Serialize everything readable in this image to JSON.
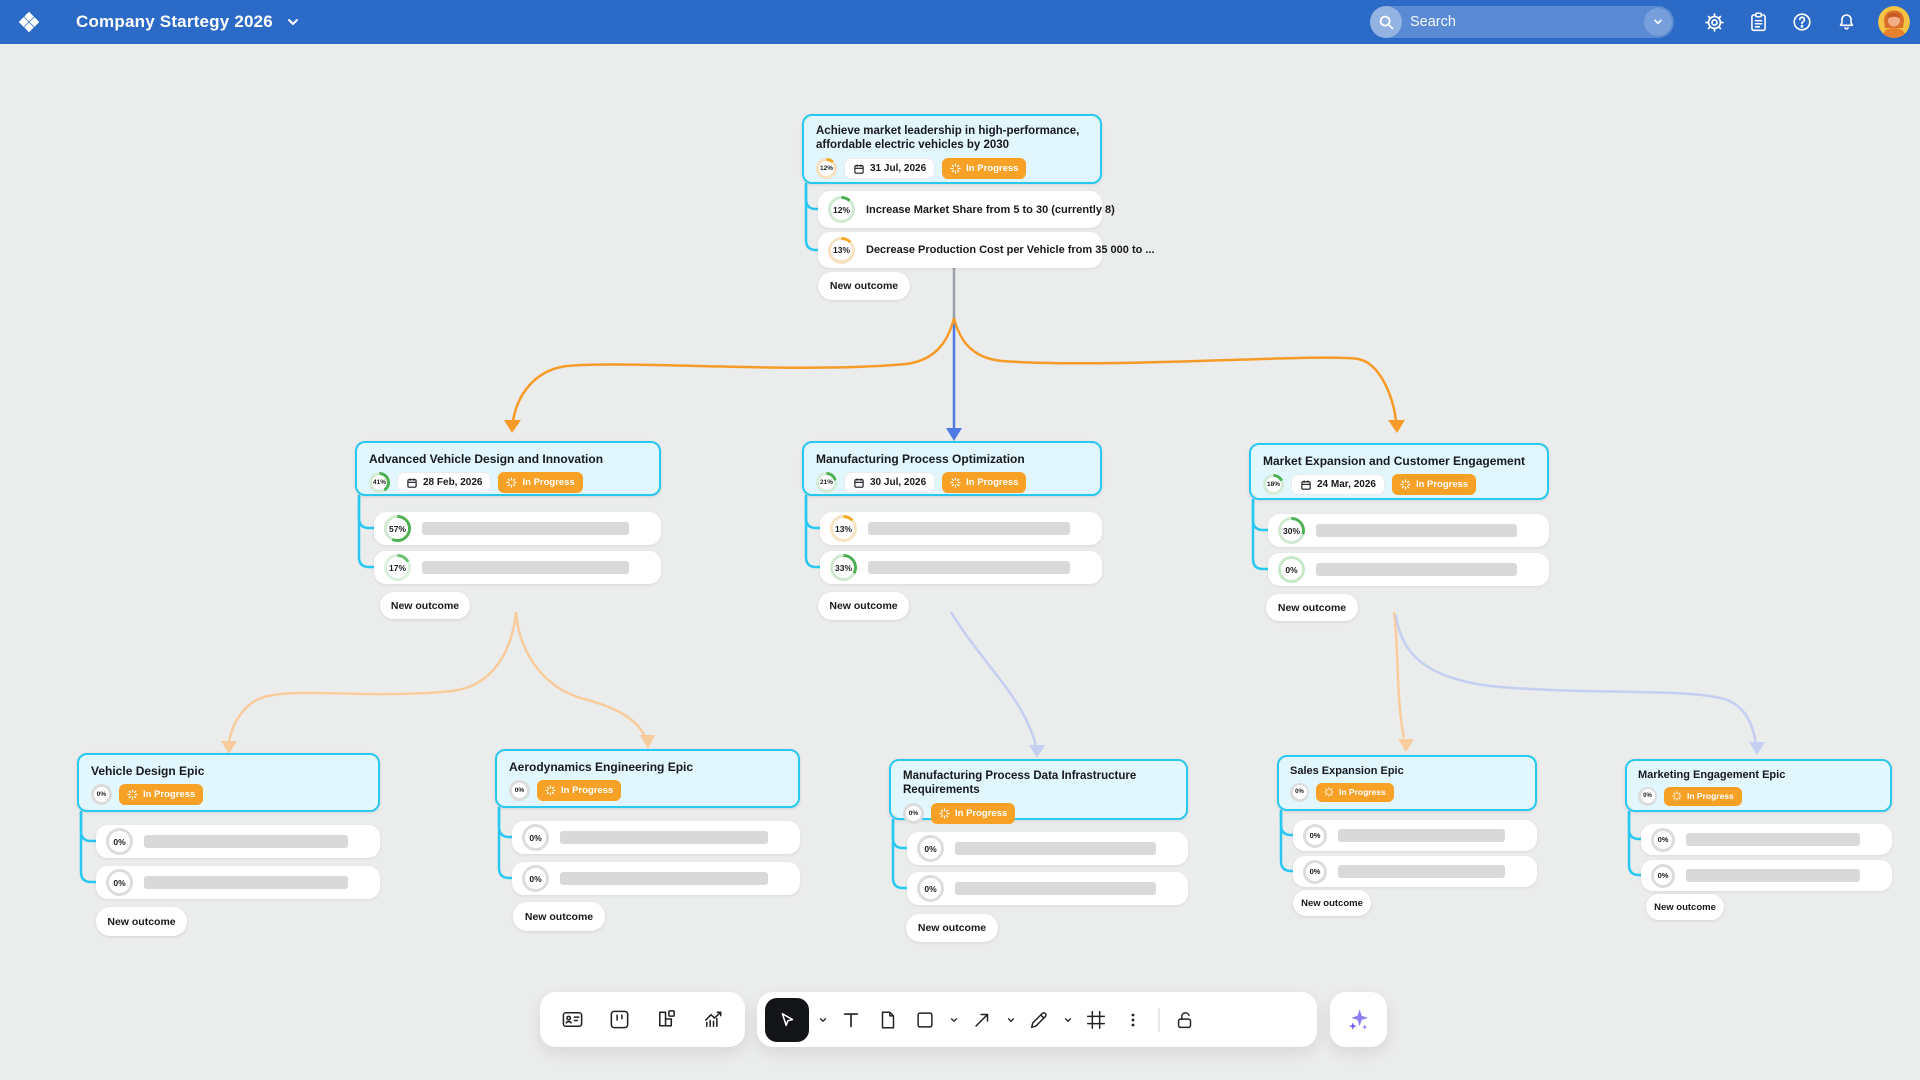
{
  "navbar": {
    "board_title": "Company Startegy 2026",
    "search_placeholder": "Search",
    "icons": [
      "settings-gear",
      "clipboard",
      "help",
      "notifications-bell",
      "user-avatar"
    ]
  },
  "labels": {
    "new_outcome": "New outcome"
  },
  "nodes": [
    {
      "title": "Achieve market leadership in high-performance, affordable electric vehicles by 2030",
      "progress": "12%",
      "due_date": "31 Jul, 2026",
      "status": "In Progress",
      "outcomes": [
        {
          "progress": "12%",
          "text": "Increase Market Share from 5 to 30 (currently 8)"
        },
        {
          "progress": "13%",
          "text": "Decrease Production Cost per Vehicle from 35 000 to ..."
        }
      ]
    },
    {
      "title": "Advanced Vehicle Design and Innovation",
      "progress": "41%",
      "due_date": "28 Feb, 2026",
      "status": "In Progress",
      "outcomes": [
        {
          "progress": "57%"
        },
        {
          "progress": "17%"
        }
      ]
    },
    {
      "title": "Manufacturing Process Optimization",
      "progress": "21%",
      "due_date": "30 Jul, 2026",
      "status": "In Progress",
      "outcomes": [
        {
          "progress": "13%"
        },
        {
          "progress": "33%"
        }
      ]
    },
    {
      "title": "Market Expansion and Customer Engagement",
      "progress": "18%",
      "due_date": "24 Mar, 2026",
      "status": "In Progress",
      "outcomes": [
        {
          "progress": "30%"
        },
        {
          "progress": "0%"
        }
      ]
    },
    {
      "title": "Vehicle Design Epic",
      "progress": "0%",
      "status": "In Progress",
      "outcomes": [
        {
          "progress": "0%"
        },
        {
          "progress": "0%"
        }
      ]
    },
    {
      "title": "Aerodynamics Engineering Epic",
      "progress": "0%",
      "status": "In Progress",
      "outcomes": [
        {
          "progress": "0%"
        },
        {
          "progress": "0%"
        }
      ]
    },
    {
      "title": "Manufacturing Process Data Infrastructure Requirements",
      "progress": "0%",
      "status": "In Progress",
      "outcomes": [
        {
          "progress": "0%"
        },
        {
          "progress": "0%"
        }
      ]
    },
    {
      "title": "Sales Expansion Epic",
      "progress": "0%",
      "status": "In Progress",
      "outcomes": [
        {
          "progress": "0%"
        },
        {
          "progress": "0%"
        }
      ]
    },
    {
      "title": "Marketing Engagement Epic",
      "progress": "0%",
      "status": "In Progress",
      "outcomes": [
        {
          "progress": "0%"
        },
        {
          "progress": "0%"
        }
      ]
    }
  ],
  "toolbar": {
    "left_tools": [
      "id-card",
      "kanban-board",
      "widgets",
      "analytics-chart"
    ],
    "main_tools": [
      "select-cursor",
      "text",
      "document",
      "shape",
      "connector-arrow",
      "pen",
      "frame",
      "more",
      "lock"
    ],
    "ai_tool": "ai-sparkles"
  },
  "colors": {
    "navbar_blue": "#2b6ac7",
    "accent_cyan": "#29c8f1",
    "status_orange": "#f7a127",
    "arrow_blue": "#4f79e3",
    "arrow_orange": "#f79b28",
    "arrow_peach": "#f8cc9d",
    "arrow_periwinkle": "#c5cff2",
    "canvas_grey": "#ebecec",
    "progress_green": "#4caf50"
  }
}
